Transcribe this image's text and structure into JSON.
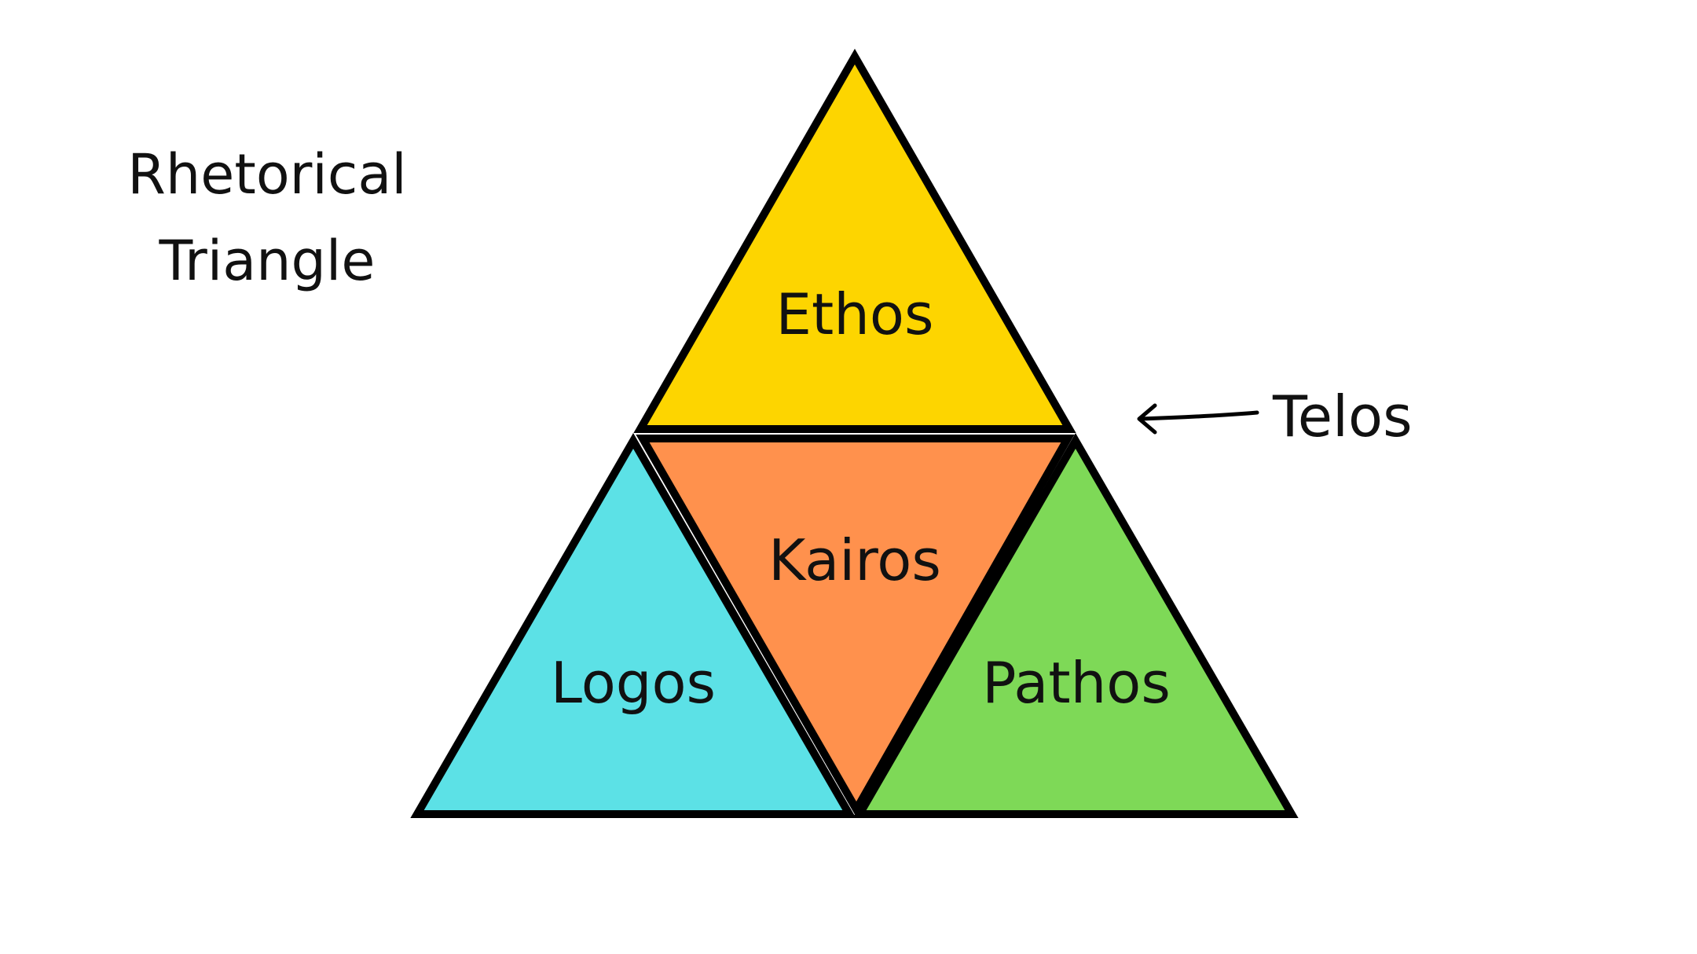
{
  "title": {
    "line1": "Rhetorical",
    "line2": "Triangle"
  },
  "segments": {
    "top": {
      "label": "Ethos",
      "color": "#fdd500"
    },
    "center": {
      "label": "Kairos",
      "color": "#ff914d"
    },
    "left": {
      "label": "Logos",
      "color": "#5ce1e6"
    },
    "right": {
      "label": "Pathos",
      "color": "#7ed957"
    }
  },
  "annotation": {
    "label": "Telos",
    "icon": "arrow-left-icon"
  },
  "colors": {
    "outline": "#000000",
    "background": "#ffffff"
  }
}
